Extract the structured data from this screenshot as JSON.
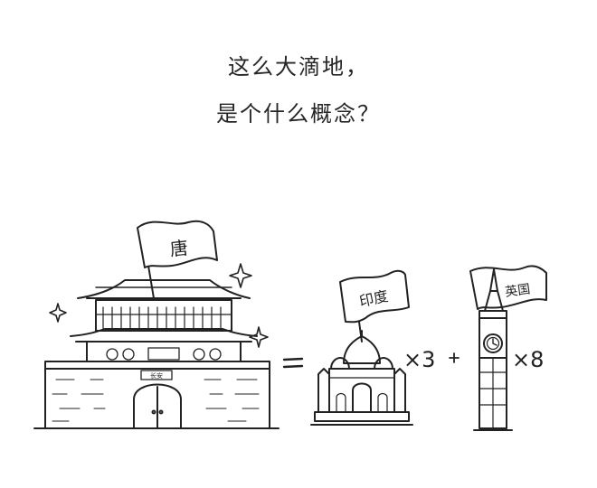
{
  "caption": {
    "line1": "这么大滴地，",
    "line2": "是个什么概念？"
  },
  "flags": {
    "tang": "唐",
    "india": "印度",
    "uk": "英国"
  },
  "gate_plaque": "长安",
  "equation": {
    "equals": "=",
    "plus": "+",
    "times_india": "×3",
    "times_uk": "×8"
  },
  "colors": {
    "ink": "#222222",
    "background": "#ffffff"
  }
}
